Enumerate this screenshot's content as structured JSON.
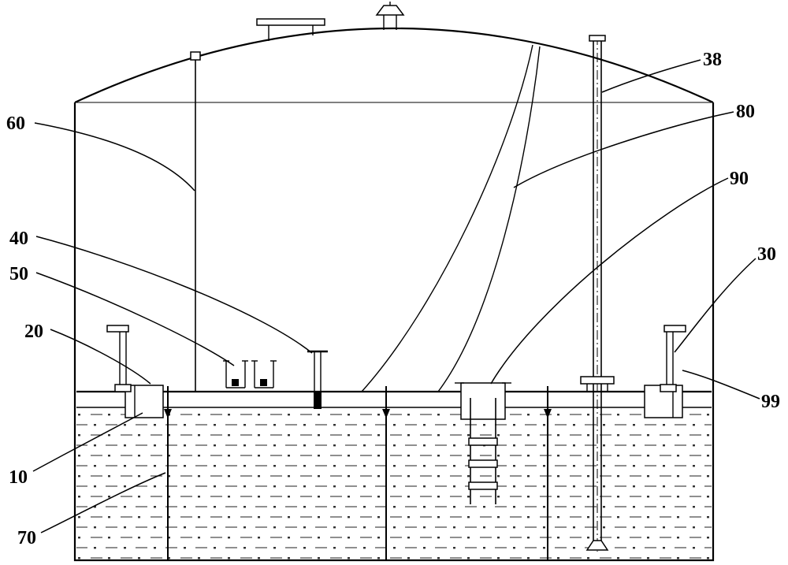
{
  "diagram": {
    "background_color": "#ffffff",
    "line_color": "#000000",
    "labels": {
      "n10": "10",
      "n20": "20",
      "n30": "30",
      "n38": "38",
      "n40": "40",
      "n50": "50",
      "n60": "60",
      "n70": "70",
      "n80": "80",
      "n90": "90",
      "n99": "99"
    }
  }
}
